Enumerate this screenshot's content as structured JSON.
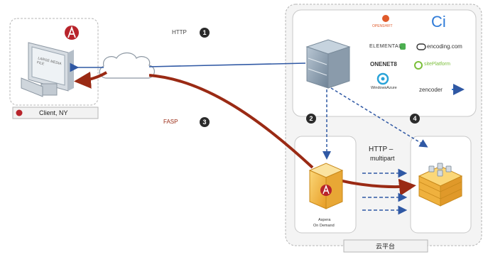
{
  "client": {
    "label": "Client, NY",
    "screen_text": "LARGE MEDIA FILE"
  },
  "protocols": {
    "http": "HTTP",
    "fasp": "FASP",
    "http_multipart_line1": "HTTP –",
    "http_multipart_line2": "multipart"
  },
  "steps": [
    "1",
    "2",
    "3",
    "4"
  ],
  "aspera_server": {
    "line1": "Aspera",
    "line2": "On Demand"
  },
  "cloud_platform_label": "云平台",
  "partners": {
    "p1": "OPENSHIFT",
    "p2": "Ci",
    "p3": "ELEMENTAL",
    "p4": "encoding.com",
    "p5": "ONENET8",
    "p6": "sitePlatform",
    "p7": "WindowsAzure",
    "p8": "zencoder"
  },
  "colors": {
    "fasp_red": "#9a2a14",
    "http_blue": "#2f58a4",
    "panel_border": "#b5b5b5",
    "server_gold": "#f1b93c"
  }
}
